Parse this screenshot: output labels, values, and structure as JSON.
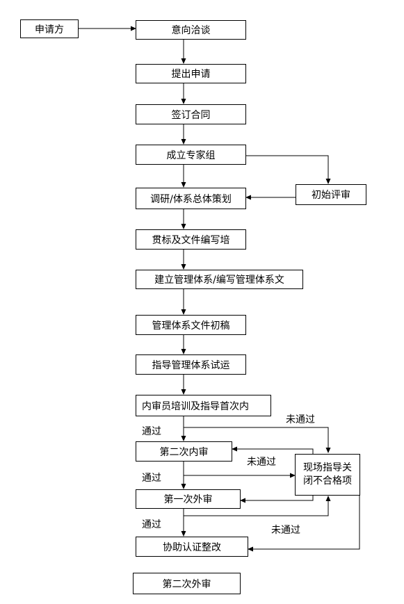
{
  "nodes": {
    "applicant": "申请方",
    "intent": "意向洽谈",
    "apply": "提出申请",
    "contract": "签订合同",
    "expert_group": "成立专家组",
    "research": "调研/体系总体策划",
    "standard_training": "贯标及文件编写培",
    "build_system": "建立管理体系/编写管理体系文",
    "draft": "管理体系文件初稿",
    "trial": "指导管理体系试运",
    "internal_auditor": "内审员培训及指导首次内",
    "second_internal_audit": "第二次内审",
    "first_external_audit": "第一次外审",
    "cert_rectify": "协助认证整改",
    "second_external_audit": "第二次外审",
    "initial_review": "初始评审",
    "onsite_line1": "现场指导关",
    "onsite_line2": "闭不合格项"
  },
  "edge_labels": {
    "pass_1": "通过",
    "pass_2": "通过",
    "pass_3": "通过",
    "fail_1": "未通过",
    "fail_2": "未通过",
    "fail_3": "未通过"
  }
}
